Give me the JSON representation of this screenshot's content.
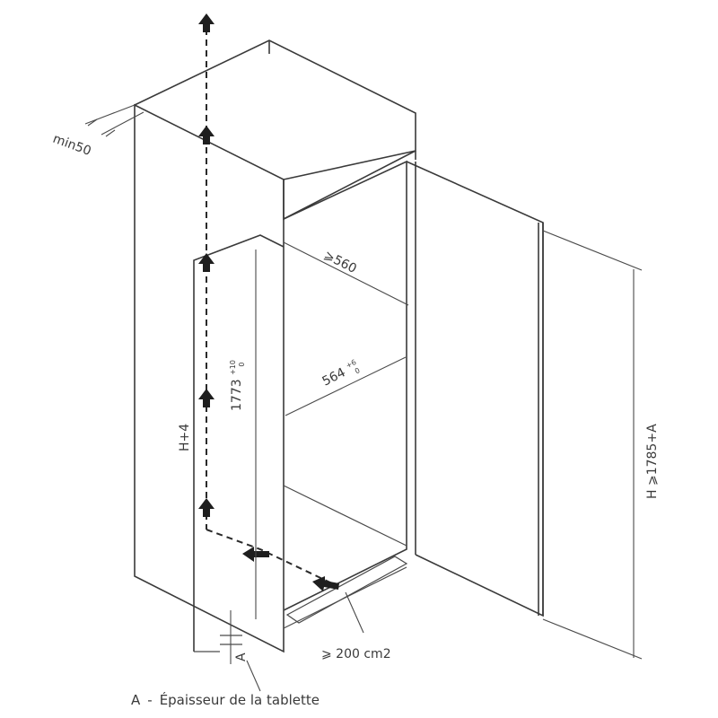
{
  "labels": {
    "min_clearance": "min50",
    "cavity_depth": "⩾560",
    "cavity_width": "564",
    "cavity_width_tol_upper": "+6",
    "cavity_width_tol_lower": "0",
    "niche_height": "1773",
    "niche_height_tol_upper": "+10",
    "niche_height_tol_lower": "0",
    "door_height": "H+4",
    "total_height": "H ⩾1785+A",
    "vent_area": "⩾ 200 cm2",
    "shelf_letter": "A"
  },
  "caption": {
    "letter": "A",
    "separator": "-",
    "text": "Épaisseur de la tablette"
  },
  "colors": {
    "line": "#3a3a3a",
    "arrow": "#1e1e1e",
    "background": "#ffffff"
  }
}
